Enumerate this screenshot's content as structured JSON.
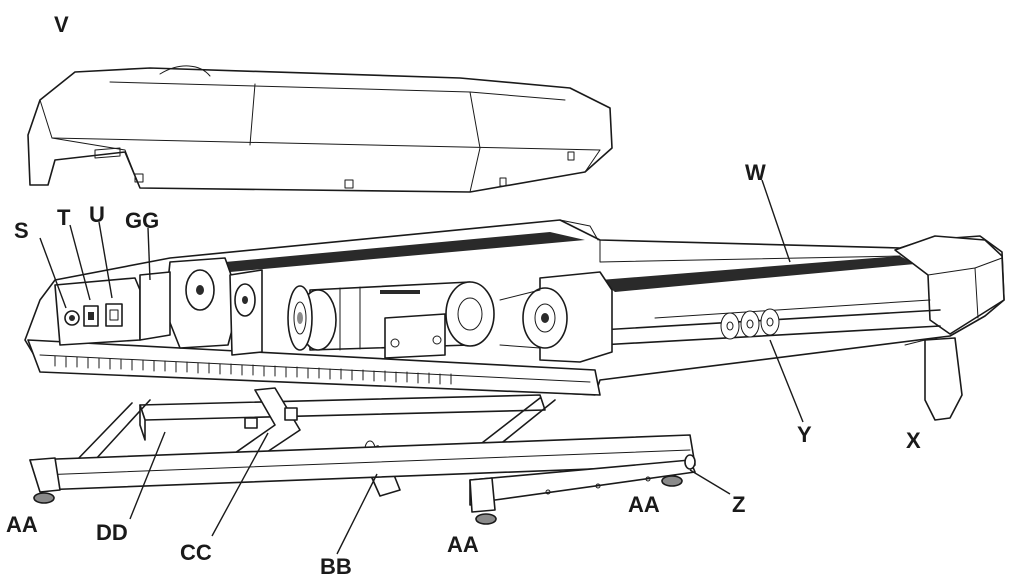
{
  "labels": {
    "V": "V",
    "W": "W",
    "X": "X",
    "Y": "Y",
    "Z": "Z",
    "S": "S",
    "T": "T",
    "U": "U",
    "GG": "GG",
    "AA_left": "AA",
    "AA_front": "AA",
    "AA_right": "AA",
    "DD": "DD",
    "CC": "CC",
    "BB": "BB"
  }
}
